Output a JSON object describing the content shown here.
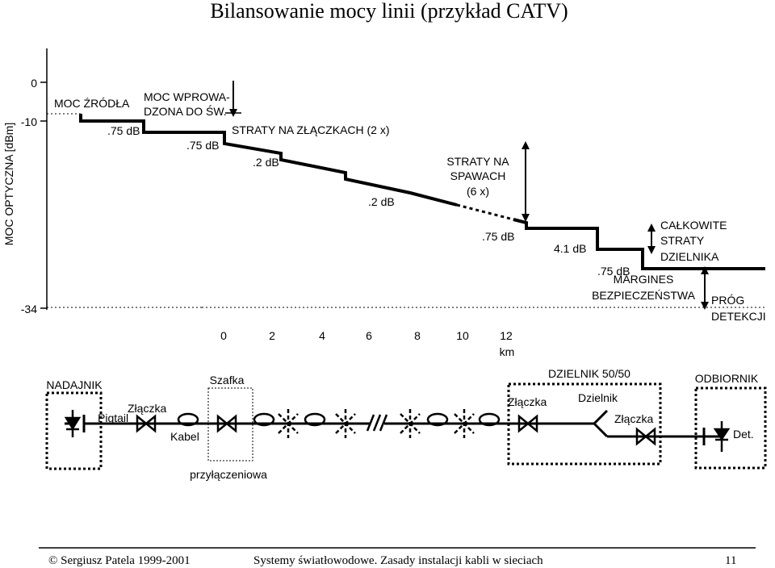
{
  "title": "Bilansowanie mocy linii (przykład CATV)",
  "y_axis": {
    "label": "MOC OPTYCZNA [dBm]",
    "ticks": [
      "0",
      "-10",
      "-34"
    ]
  },
  "km_axis": {
    "ticks": [
      "0",
      "2",
      "4",
      "6",
      "8",
      "10",
      "12"
    ],
    "unit": "km"
  },
  "annotations": {
    "moc_zrodla": "MOC ŹRÓDŁA",
    "moc_wprowadzona_1": "MOC WPROWA-",
    "moc_wprowadzona_2": "DZONA DO ŚW.",
    "loss_source": ".75 dB",
    "loss_pigtail": ".75 dB",
    "straty_zlaczka": "STRATY NA ZŁĄCZKACH (2 x)",
    "loss_conn_1": ".2 dB",
    "loss_conn_2": ".2 dB",
    "straty_spawach_1": "STRATY NA",
    "straty_spawach_2": "SPAWACH",
    "straty_spawach_3": "(6 x)",
    "loss_splice": ".75 dB",
    "loss_splitter": "4.1 dB",
    "loss_final": ".75 dB",
    "calkowite_1": "CAŁKOWITE",
    "calkowite_2": "STRATY",
    "calkowite_3": "DZIELNIKA",
    "marginy_1": "MARGINES",
    "marginy_2": "BEZPIECZEŃSTWA",
    "prog_1": "PRÓG",
    "prog_2": "DETEKCJI"
  },
  "components": {
    "nadajnik": "NADAJNIK",
    "zlaczka_left": "Złączka",
    "pigtail": "Pigtail",
    "kabel": "Kabel",
    "szafka": "Szafka",
    "przylaczeniowa": "przyłączeniowa",
    "dzielnik_box": "DZIELNIK 50/50",
    "zlaczka_mid": "Złączka",
    "dzielnik": "Dzielnik",
    "zlaczka_right": "Złączka",
    "odbiornik": "ODBIORNIK",
    "det": "Det."
  },
  "footer": {
    "copyright": "© Sergiusz Patela 1999-2001",
    "course": "Systemy światłowodowe. Zasady instalacji kabli w sieciach",
    "page": "11"
  }
}
